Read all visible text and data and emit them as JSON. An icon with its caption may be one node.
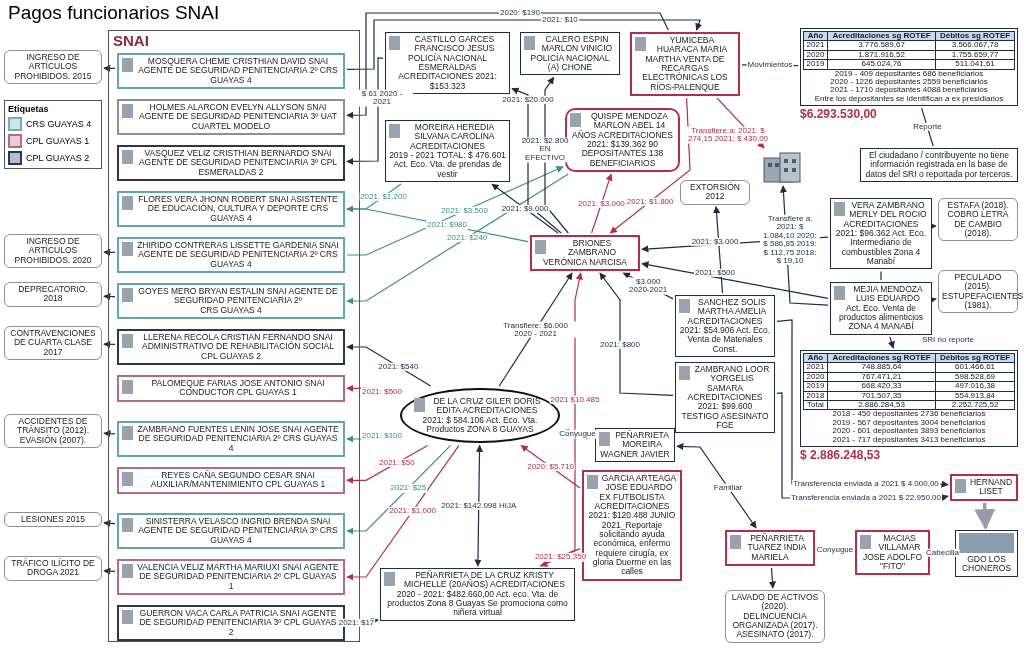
{
  "diagram": {
    "title": "Pagos funcionarios SNAI",
    "nodes": [
      {
        "text": [
          "SNAI"
        ]
      },
      {
        "text": [
          "MOSQUERA CHEME CRISTHIAN DAVID SNAI AGENTE DE SEGURIDAD PENITENCIARIA 2º CRS GUAYAS 4"
        ],
        "in": 0
      },
      {
        "text": [
          "HOLMES ALARCON EVELYN ALLYSON SNAI AGENTE DE SEGURIDAD PENITENCIARIA 3º UAT CUARTEL MODELO"
        ],
        "in": 0
      },
      {
        "text": [
          "VASQUEZ VELIZ CRISTHIAN BERNARDO SNAI AGENTE DE SEGURIDAD PENITENCIARIA 3º CPL ESMERALDAS 2"
        ],
        "in": 0
      },
      {
        "text": [
          "FLORES VERA JHONN ROBERT SNAI ASISTENTE DE EDUCACIÓN, CULTURA Y DEPORTE CRS GUAYAS 4"
        ],
        "in": 0
      },
      {
        "text": [
          "ZHIRIDO CONTRERAS LISSETTE GARDENIA SNAI AGENTE DE SEGURIDAD PENITENCIARIA 2º CRS GUAYAS 4"
        ],
        "in": 0
      },
      {
        "text": [
          "GOYES MERO BRYAN ESTALIN SNAI AGENTE DE SEGURIDAD PENITENCIARIA 2º",
          "CRS GUAYAS 4"
        ],
        "in": 0
      },
      {
        "text": [
          "LLERENA RECOLA CRISTIAN FERNANDO SNAI ADMINISTRATIVO DE REHABILITACIÓN SOCIAL",
          "CPL GUAYAS 2"
        ],
        "in": 0
      },
      {
        "text": [
          "PALOMEQUE FARIAS JOSE ANTONIO SNAI CONDUCTOR CPL GUAYAS 1"
        ],
        "in": 0
      },
      {
        "text": [
          "ZAMBRANO FUENTES LENIN JOSE SNAI AGENTE DE SEGURIDAD PENITENCIARIA 2º CRS GUAYAS 4"
        ],
        "in": 0
      },
      {
        "text": [
          "REYES CAÑA SEGUNDO CESAR SNAI AUXILIAR/MANTENIMIENTO CPL GUAYAS 1"
        ],
        "in": 0
      },
      {
        "text": [
          "SINISTERRA VELASCO INGRID BRENDA SNAI AGENTE DE SEGURIDAD PENITENCIARIA 3º CRS GUAYAS 4"
        ],
        "in": 0
      },
      {
        "text": [
          "VALENCIA VELIZ MARTHA MARIUXI SNAI AGENTE DE SEGURIDAD PENITENCIARIA 2º CPL GUAYAS 1"
        ],
        "in": 0
      },
      {
        "text": [
          "GUERRON VACA CARLA PATRICIA SNAI AGENTE DE SEGURIDAD PENITENCIARIA 3º CPL GUAYAS 2"
        ],
        "in": 0
      },
      {
        "text": [
          "INGRESO DE ARTÍCULOS PROHIBIDOS. 2015"
        ]
      },
      {
        "text": [
          "INGRESO DE ARTÍCULOS PROHIBIDOS. 2020"
        ]
      },
      {
        "text": [
          "DEPRECATORIO. 2018"
        ]
      },
      {
        "text": [
          "CONTRAVENCIONES DE CUARTA CLASE 2017"
        ]
      },
      {
        "text": [
          "ACCIDENTES DE TRÁNSITO (2012). EVASIÓN (2007)."
        ]
      },
      {
        "text": [
          "LESIONES 2015"
        ]
      },
      {
        "text": [
          "TRÁFICO ILÍCITO DE DROGA 2021"
        ]
      },
      {
        "text": [
          "MOREIRA HEREDIA SILVANA CAROLINA ACREDITACIONES",
          "2019 - 2021 TOTAL: $ 476.601 Act. Eco. Vta. de prendas de vestir"
        ]
      },
      {
        "text": [
          "CASTILLO GARCES FRANCISCO JESUS POLICÍA NACIONAL ESMERALDAS ACREDITACIONES 2021: $153.323"
        ]
      },
      {
        "text": [
          "CALERO ESPIN MARLON VINICIO POLICÍA NACIONAL (A) CHONE"
        ]
      },
      {
        "text": [
          "YUMICEBA HUARACA MARIA MARTHA VENTA DE RECARGAS ELECTRÓNICAS LOS RÍOS-PALENQUE"
        ]
      },
      {
        "text": [
          "QUISPE MENDOZA MARLON ABEL 14 AÑOS ACREDITACIONES 2021: $139.362 90 DEPOSITANTES 138 BENEFICIARIOS"
        ]
      },
      {
        "text": [
          "BRIONES ZAMBRANO VERÓNICA NARCISA"
        ]
      },
      {
        "text": [
          "DE LA CRUZ GILER DORIS EDITA ACREDITACIONES 2021: $ 584.106 Act. Eco. Vta. Productos ZONA 8 GUAYAS"
        ]
      },
      {
        "text": [
          "PEÑARRIETA MOREIRA WAGNER JAVIER"
        ]
      },
      {
        "text": [
          "PEÑARRIETA DE LA CRUZ KRISTY MICHELLE (20AÑOS) ACREDITACIONES 2020 - 2021: $482.660,00 Act. eco. Vta. de productos Zona 8 Guayas Se promociona como niñera virtual"
        ]
      },
      {
        "text": [
          "GARCIA ARTEAGA JOSE EDUARDO EX FUTBOLISTA ACREDITACIONES 2021: $120.488 JUNIO 2021_Reportaje solicitando ayuda económica, enfermo requiere cirugía, ex gloria Duerme en las calles"
        ]
      },
      {
        "text": [
          "Año",
          "Acreditaciones sg ROTEF",
          "Débitos sg ROTEF",
          "2021",
          "3.776.589,67",
          "3.566.067,78",
          "2020",
          "1.871.916,52",
          "1.755.659,77",
          "2019",
          "645.024,76",
          "511.041,61",
          "2019 - 409 depositantes 686 beneficiarios",
          "2020 - 1226 depositantes 2559 beneficiarios",
          "2021 - 1710 depositantes 4088 beneficiarios",
          "Entre los depositantes se identifican a ex presidiarios"
        ],
        "beside": [
          "$6.293.530,00"
        ]
      },
      {
        "text": [
          "El ciudadano / contribuyente no tiene información registrada en la base de datos del SRI o reportada por terceros."
        ]
      },
      {
        "text": [],
        "shape": "picture"
      },
      {
        "text": [
          "VERA ZAMBRANO MERLY DEL ROCIO ACREDITACIONES 2021: $96.362 Act. Eco. Intermediario de combustibles Zona 4 Manabí"
        ]
      },
      {
        "text": [
          "ESTAFA (2018). COBRO LETRA DE CAMBIO (2018)."
        ]
      },
      {
        "text": [
          "MEJIA MENDOZA LUIS EDUARDO Act. Eco. Venta de productos alimenticios ZONA 4 MANABÍ"
        ]
      },
      {
        "text": [
          "PECULADO (2015). ESTUPEFACIENTES (1981)."
        ]
      },
      {
        "text": [
          "Año",
          "Acreditaciones sg ROTEF",
          "Débitos sg ROTEF",
          "2021",
          "748.885,64",
          "601.466,61",
          "2020",
          "767.471,21",
          "598.528,69",
          "2019",
          "668.420,33",
          "497.016,38",
          "2018",
          "701.507,35",
          "554.913,84",
          "Total",
          "2.886.284,53",
          "2.252.725,52",
          "2018 - 450 depositantes 2736 beneficiarios",
          "2019 - 567 depositantes 3004 beneficiarios",
          "2020 - 601 depositantes 3893 beneficiarios",
          "2021 - 717 depositantes 3413 beneficiarios"
        ],
        "beside": [
          "$ 2.886.248,53"
        ]
      },
      {
        "text": [
          "SANCHEZ SOLIS MARTHA AMELIA ACREDITACIONES 2021: $54.906 Act. Eco. Venta de Materiales Const."
        ]
      },
      {
        "text": [
          "EXTORSIÓN 2012"
        ]
      },
      {
        "text": [
          "ZAMBRANO LOOR YORGELIS SAMARA ACREDITACIONES 2021: $99.600 TESTIGO ASESINATO FGE"
        ]
      },
      {
        "text": [
          "HERNAND LISET"
        ]
      },
      {
        "text": [
          "PEÑARRIETA TUAREZ INDIA MARIELA"
        ]
      },
      {
        "text": [
          "LAVADO DE ACTIVOS (2020). DELINCUENCIA ORGANIZADA (2017). ASESINATO (2017)."
        ]
      },
      {
        "text": [
          "MACIAS VILLAMAR JOSE ADOLFO \"FITO\""
        ]
      },
      {
        "text": [
          "GDO LOS CHONEROS"
        ]
      }
    ],
    "edges": [
      {
        "from": 1,
        "to": 24,
        "arrow": "to",
        "label": "2021: $10"
      },
      {
        "from": 24,
        "to": 2,
        "arrow": "to",
        "label": "2020: $190"
      },
      {
        "from": 22,
        "to": 3,
        "arrow": "to",
        "label": "$ 61 2020 - 2021"
      },
      {
        "from": 21,
        "to": 4,
        "arrow": "to",
        "label": "2021: $1.200",
        "color": "#3e8c8c"
      },
      {
        "from": 5,
        "to": 25,
        "arrow": "to",
        "label": "2021: $3.500",
        "color": "#3e8c8c"
      },
      {
        "from": 25,
        "to": 6,
        "arrow": "to",
        "label": "2021: $240",
        "color": "#3e8c8c"
      },
      {
        "from": 26,
        "to": 4,
        "arrow": "to",
        "label": "2021: $980",
        "color": "#3e8c8c"
      },
      {
        "from": 26,
        "to": 21,
        "arrow": "to",
        "label": "2021: $9.000"
      },
      {
        "from": 26,
        "to": 25,
        "arrow": "to",
        "label": "2021: $3.000",
        "color": "#b0304a"
      },
      {
        "from": 26,
        "to": 22,
        "arrow": "to",
        "label": "2021: $20.000"
      },
      {
        "from": 26,
        "to": 23,
        "arrow": "to",
        "label": "2021: $2.800 EN EFECTIVO"
      },
      {
        "from": 24,
        "to": 26,
        "arrow": "to",
        "label": "2021: $1.800",
        "color": "#b0304a"
      },
      {
        "from": 34,
        "to": 26,
        "arrow": "to",
        "label": "2021: $3.000"
      },
      {
        "from": 36,
        "to": 26,
        "arrow": "to",
        "label": "2021: $500"
      },
      {
        "from": 39,
        "to": 26,
        "arrow": "to",
        "label": "$3.000 2020-2021"
      },
      {
        "from": 41,
        "to": 26,
        "arrow": "to",
        "label": "2021: $800"
      },
      {
        "from": 27,
        "to": 26,
        "arrow": "to",
        "label": "Transfiere: $6.000 2020 - 2021"
      },
      {
        "from": 27,
        "to": 8,
        "arrow": "to",
        "label": "2021: $500",
        "color": "#b0304a"
      },
      {
        "from": 27,
        "to": 7,
        "arrow": "to",
        "label": "2021: $540"
      },
      {
        "from": 27,
        "to": 10,
        "arrow": "to",
        "label": "2021: $50",
        "color": "#b0304a"
      },
      {
        "from": 27,
        "to": 9,
        "arrow": "to",
        "label": "2021: $100",
        "color": "#3e8c8c"
      },
      {
        "from": 27,
        "to": 11,
        "arrow": "to",
        "label": "2021: $25",
        "color": "#3e8c8c"
      },
      {
        "from": 27,
        "to": 12,
        "arrow": "to",
        "label": "2021: $1.000",
        "color": "#b0304a"
      },
      {
        "from": 13,
        "to": 29,
        "arrow": "to",
        "label": "2021: $17"
      },
      {
        "from": 27,
        "to": 28,
        "arrow": "both",
        "label": "Conyugue"
      },
      {
        "from": 27,
        "to": 29,
        "arrow": "both",
        "label": "2021: $142.098 HIJA"
      },
      {
        "from": 29,
        "to": 26,
        "arrow": "to",
        "label": "2021 $10.485",
        "color": "#b0304a"
      },
      {
        "from": 30,
        "to": 27,
        "arrow": "to",
        "label": "2020: $5.710",
        "color": "#b0304a"
      },
      {
        "from": 30,
        "to": 29,
        "arrow": "to",
        "label": "2021: $25.350",
        "color": "#b0304a"
      },
      {
        "from": 24,
        "to": 31,
        "arrow": "none",
        "label": "Movimientos"
      },
      {
        "from": 31,
        "to": 32,
        "arrow": "none",
        "label": "Reporte"
      },
      {
        "from": 24,
        "to": 33,
        "arrow": "to",
        "label": "Transfiere a: 2021: $ 274,15 2021: $ 430,00",
        "color": "#b0304a"
      },
      {
        "from": 36,
        "to": 33,
        "arrow": "to",
        "label": "Transfiere a: 2021: $ 1.084,10 2020: $ 586,85 2019: $ 112,75 2018: $ 19,10"
      },
      {
        "from": 34,
        "to": 35,
        "arrow": "to"
      },
      {
        "from": 36,
        "to": 37,
        "arrow": "to"
      },
      {
        "from": 36,
        "to": 38,
        "arrow": "to",
        "label": "SRI no reporte"
      },
      {
        "from": 34,
        "to": 36,
        "arrow": "none"
      },
      {
        "from": 39,
        "to": 40,
        "arrow": "to"
      },
      {
        "from": 39,
        "to": 42,
        "arrow": "to",
        "label": "Transferencia enviada a 2021 $ 4.000,00"
      },
      {
        "from": 41,
        "to": 42,
        "arrow": "to",
        "label": "Transferencia enviada a 2021 $ 22.950,00"
      },
      {
        "from": 42,
        "to": 46,
        "arrow": "to",
        "style": "thick",
        "color": "#9a9aa8"
      },
      {
        "from": 28,
        "to": 43,
        "arrow": "both",
        "label": "Familiar"
      },
      {
        "from": 43,
        "to": 44,
        "arrow": "to"
      },
      {
        "from": 43,
        "to": 45,
        "arrow": "both",
        "label": "Conyugue"
      },
      {
        "from": 45,
        "to": 46,
        "arrow": "none",
        "label": "Cabecilla"
      },
      {
        "from": 1,
        "to": 14,
        "arrow": "to"
      },
      {
        "from": 5,
        "to": 15,
        "arrow": "to"
      },
      {
        "from": 6,
        "to": 16,
        "arrow": "to"
      },
      {
        "from": 7,
        "to": 17,
        "arrow": "to"
      },
      {
        "from": 9,
        "to": 18,
        "arrow": "to"
      },
      {
        "from": 11,
        "to": 19,
        "arrow": "to"
      },
      {
        "from": 12,
        "to": 20,
        "arrow": "to"
      }
    ],
    "labels": [
      "Etiquetas"
    ],
    "legend": [
      {
        "text": "CRS GUAYAS 4",
        "color": "#6fb0bf"
      },
      {
        "text": "CPL GUAYAS 1",
        "color": "#b76a82"
      },
      {
        "text": "CPL GUAYAS 2",
        "color": "#2b3552"
      }
    ]
  }
}
